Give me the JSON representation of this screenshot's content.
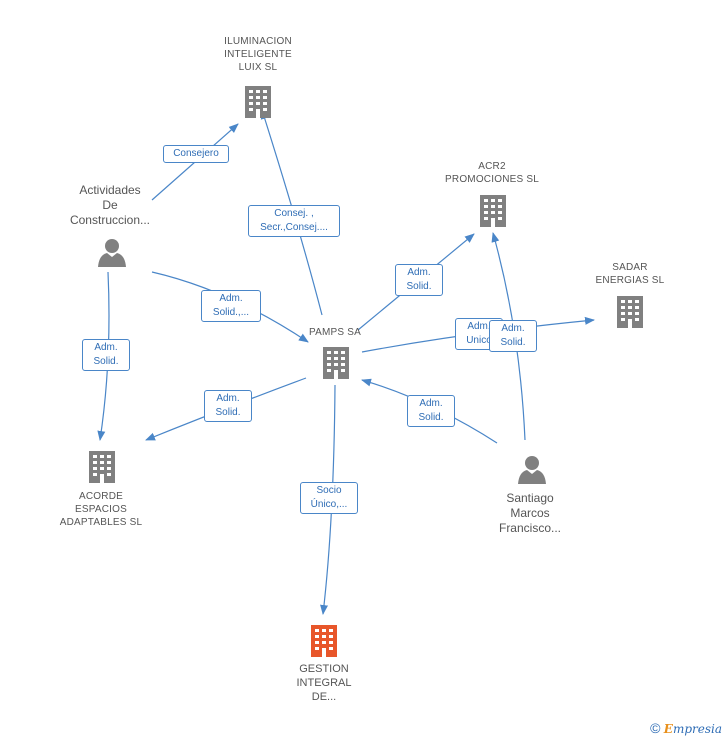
{
  "colors": {
    "edge": "#4a86c8",
    "building": "#808080",
    "building_focus": "#e8562a",
    "person": "#808080",
    "label_text": "#555555"
  },
  "nodes": {
    "iluminacion": {
      "label": "ILUMINACION\nINTELIGENTE\nLUIX SL",
      "icon": "building-icon"
    },
    "actividades": {
      "label": "Actividades\nDe\nConstruccion...",
      "icon": "person-icon"
    },
    "acr2": {
      "label": "ACR2\nPROMOCIONES SL",
      "icon": "building-icon"
    },
    "sadar": {
      "label": "SADAR\nENERGIAS SL",
      "icon": "building-icon"
    },
    "pamps": {
      "label": "PAMPS SA",
      "icon": "building-icon"
    },
    "acorde": {
      "label": "ACORDE\nESPACIOS\nADAPTABLES SL",
      "icon": "building-icon"
    },
    "santiago": {
      "label": "Santiago\nMarcos\nFrancisco...",
      "icon": "person-icon"
    },
    "gestion": {
      "label": "GESTION\nINTEGRAL\nDE...",
      "icon": "building-icon"
    }
  },
  "edges": {
    "consejero": "Consejero",
    "consej_secr": "Consej. ,\nSecr.,Consej....",
    "adm_solid_act_pamps": "Adm.\nSolid.,...",
    "adm_solid_act_acorde": "Adm.\nSolid.",
    "adm_solid_pamps_acr2": "Adm.\nSolid.",
    "adm_unico_pamps_sadar": "Adm.\nUnico",
    "adm_solid_sant_sadar": "Adm.\nSolid.",
    "adm_solid_pamps_acorde": "Adm.\nSolid.",
    "adm_solid_sant_pamps": "Adm.\nSolid.",
    "socio_unico": "Socio\nÚnico,..."
  },
  "footer": {
    "copyright": "©",
    "brand_e": "E",
    "brand_rest": "mpresia"
  }
}
